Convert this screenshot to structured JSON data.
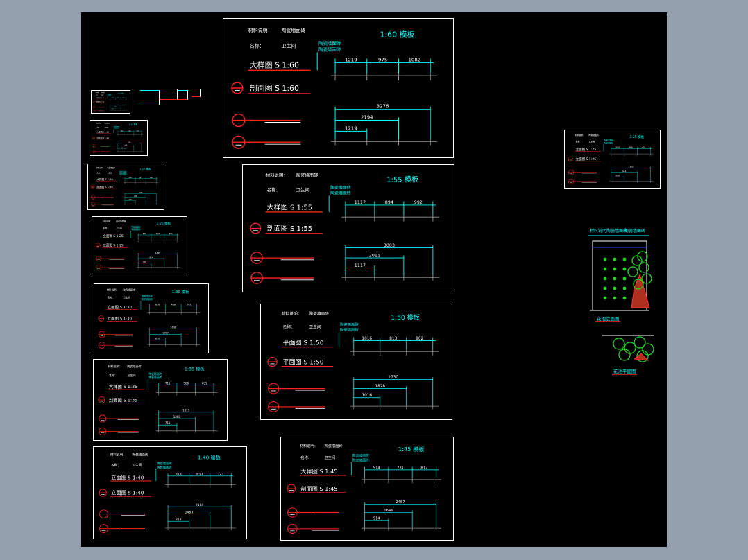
{
  "viewport": {
    "background": "#95a0ae",
    "canvas_background": "#000000"
  },
  "colors": {
    "cyan": "#00ffff",
    "red": "#ff2020",
    "white": "#ffffff",
    "gray": "#9a9a9a",
    "green": "#22dd22"
  },
  "sheets": [
    {
      "scale_title": "1:60  模板",
      "f1": "材料说明：",
      "f1v": "陶瓷墙面砖",
      "f2": "名称：",
      "f2v": "卫生间",
      "note1": "陶瓷墙面砖",
      "note2": "陶瓷墙面砖",
      "title1": "大样图  S 1:60",
      "title2": "剖面图  S 1:60",
      "dims_top": [
        "1219",
        "975",
        "1082"
      ],
      "dims_bot": [
        "3276",
        "2194",
        "1219"
      ]
    },
    {
      "scale_title": "1:55  模板",
      "f1": "材料说明：",
      "f1v": "陶瓷墙面砖",
      "f2": "名称：",
      "f2v": "卫生间",
      "note1": "陶瓷墙面砖",
      "note2": "陶瓷墙面砖",
      "title1": "大样图  S 1:55",
      "title2": "剖面图  S 1:55",
      "dims_top": [
        "1117",
        "894",
        "992"
      ],
      "dims_bot": [
        "3003",
        "2011",
        "1117"
      ]
    },
    {
      "scale_title": "1:50  模板",
      "f1": "材料说明：",
      "f1v": "陶瓷墙面砖",
      "f2": "名称：",
      "f2v": "卫生间",
      "note1": "陶瓷墙面砖",
      "note2": "陶瓷墙面砖",
      "title1": "平面图  S 1:50",
      "title2": "平面图  S 1:50",
      "dims_top": [
        "1016",
        "813",
        "902"
      ],
      "dims_bot": [
        "2730",
        "1828",
        "1016"
      ]
    },
    {
      "scale_title": "1:45  模板",
      "f1": "材料说明：",
      "f1v": "陶瓷墙面砖",
      "f2": "名称：",
      "f2v": "卫生间",
      "note1": "陶瓷墙面砖",
      "note2": "陶瓷墙面砖",
      "title1": "大样图  S 1:45",
      "title2": "剖面图  S 1:45",
      "dims_top": [
        "914",
        "731",
        "812"
      ],
      "dims_bot": [
        "2457",
        "1646",
        "914"
      ]
    },
    {
      "scale_title": "1:40  模板",
      "f1": "材料说明：",
      "f1v": "陶瓷墙面砖",
      "f2": "名称：",
      "f2v": "卫生间",
      "note1": "陶瓷墙面砖",
      "note2": "陶瓷墙面砖",
      "title1": "立面图  S 1:40",
      "title2": "立面图  S 1:40",
      "dims_top": [
        "813",
        "650",
        "721"
      ],
      "dims_bot": [
        "2184",
        "1463",
        "813"
      ]
    },
    {
      "scale_title": "1:35  模板",
      "f1": "材料说明：",
      "f1v": "陶瓷墙面砖",
      "f2": "名称：",
      "f2v": "卫生间",
      "note1": "陶瓷墙面砖",
      "note2": "陶瓷墙面砖",
      "title1": "大样图  S 1:35",
      "title2": "剖面图  S 1:35",
      "dims_top": [
        "711",
        "569",
        "631"
      ],
      "dims_bot": [
        "1911",
        "1280",
        "711"
      ]
    },
    {
      "scale_title": "1:30  模板",
      "f1": "材料说明：",
      "f1v": "陶瓷墙面砖",
      "f2": "名称：",
      "f2v": "卫生间",
      "note1": "陶瓷墙面砖",
      "note2": "陶瓷墙面砖",
      "title1": "立面图  S 1:30",
      "title2": "立面图  S 1:30",
      "dims_top": [
        "610",
        "488",
        "541"
      ],
      "dims_bot": [
        "1638",
        "1097",
        "610"
      ]
    },
    {
      "scale_title": "1:25  模板",
      "f1": "材料说明：",
      "f1v": "陶瓷墙面砖",
      "f2": "名称：",
      "f2v": "卫生间",
      "note1": "陶瓷墙面砖",
      "note2": "陶瓷墙面砖",
      "title1": "立面图  S 1:25",
      "title2": "立面图  S 1:25",
      "dims_top": [
        "508",
        "406",
        "451"
      ],
      "dims_bot": [
        "1365",
        "914",
        "508"
      ]
    },
    {
      "scale_title": "1:20  模板",
      "f1": "材料说明：",
      "f1v": "陶瓷墙面砖",
      "f2": "名称：",
      "f2v": "卫生间",
      "note1": "陶瓷墙面砖",
      "note2": "陶瓷墙面砖",
      "title1": "大样图  S 1:20",
      "title2": "剖面图  S 1:20",
      "dims_top": [
        "406",
        "325",
        "360"
      ],
      "dims_bot": [
        "1092",
        "731",
        "406"
      ]
    },
    {
      "scale_title": "1:15  模板",
      "f1": "材料说明：",
      "f1v": "陶瓷墙面砖",
      "f2": "名称：",
      "f2v": "卫生间",
      "note1": "陶瓷墙面砖",
      "note2": "陶瓷墙面砖",
      "title1": "大样图  S 1:15",
      "title2": "剖面图  S 1:15",
      "dims_top": [
        "305",
        "244",
        "270"
      ],
      "dims_bot": [
        "819",
        "548",
        "305"
      ]
    },
    {
      "scale_title": "1:10  模板",
      "f1": "材料说明：",
      "f1v": "陶瓷墙面砖",
      "f2": "名称：",
      "f2v": "卫生间",
      "note1": "陶瓷墙面砖",
      "note2": "陶瓷墙面砖",
      "title1": "大样图  S 1:10",
      "title2": "剖面图  S 1:10",
      "dims_top": [
        "203",
        "163",
        "180"
      ],
      "dims_bot": [
        "546",
        "366",
        "203"
      ]
    },
    {
      "scale_title": "1:25  模板",
      "f1": "材料说明：",
      "f1v": "陶瓷墙面砖",
      "f2": "名称：",
      "f2v": "卫生间",
      "note1": "陶瓷墙面砖",
      "note2": "陶瓷墙面砖",
      "title1": "立面图  S 1:25",
      "title2": "立面图  S 1:25",
      "dims_top": [
        "508",
        "406",
        "451"
      ],
      "dims_bot": [
        "1365",
        "914",
        "508"
      ]
    }
  ],
  "garden": {
    "top_labels": [
      "材料说明",
      "陶瓷墙面砖",
      "陶瓷墙面砖"
    ],
    "elevation_caption": "花池立面图",
    "plan_caption": "花池平面图"
  }
}
